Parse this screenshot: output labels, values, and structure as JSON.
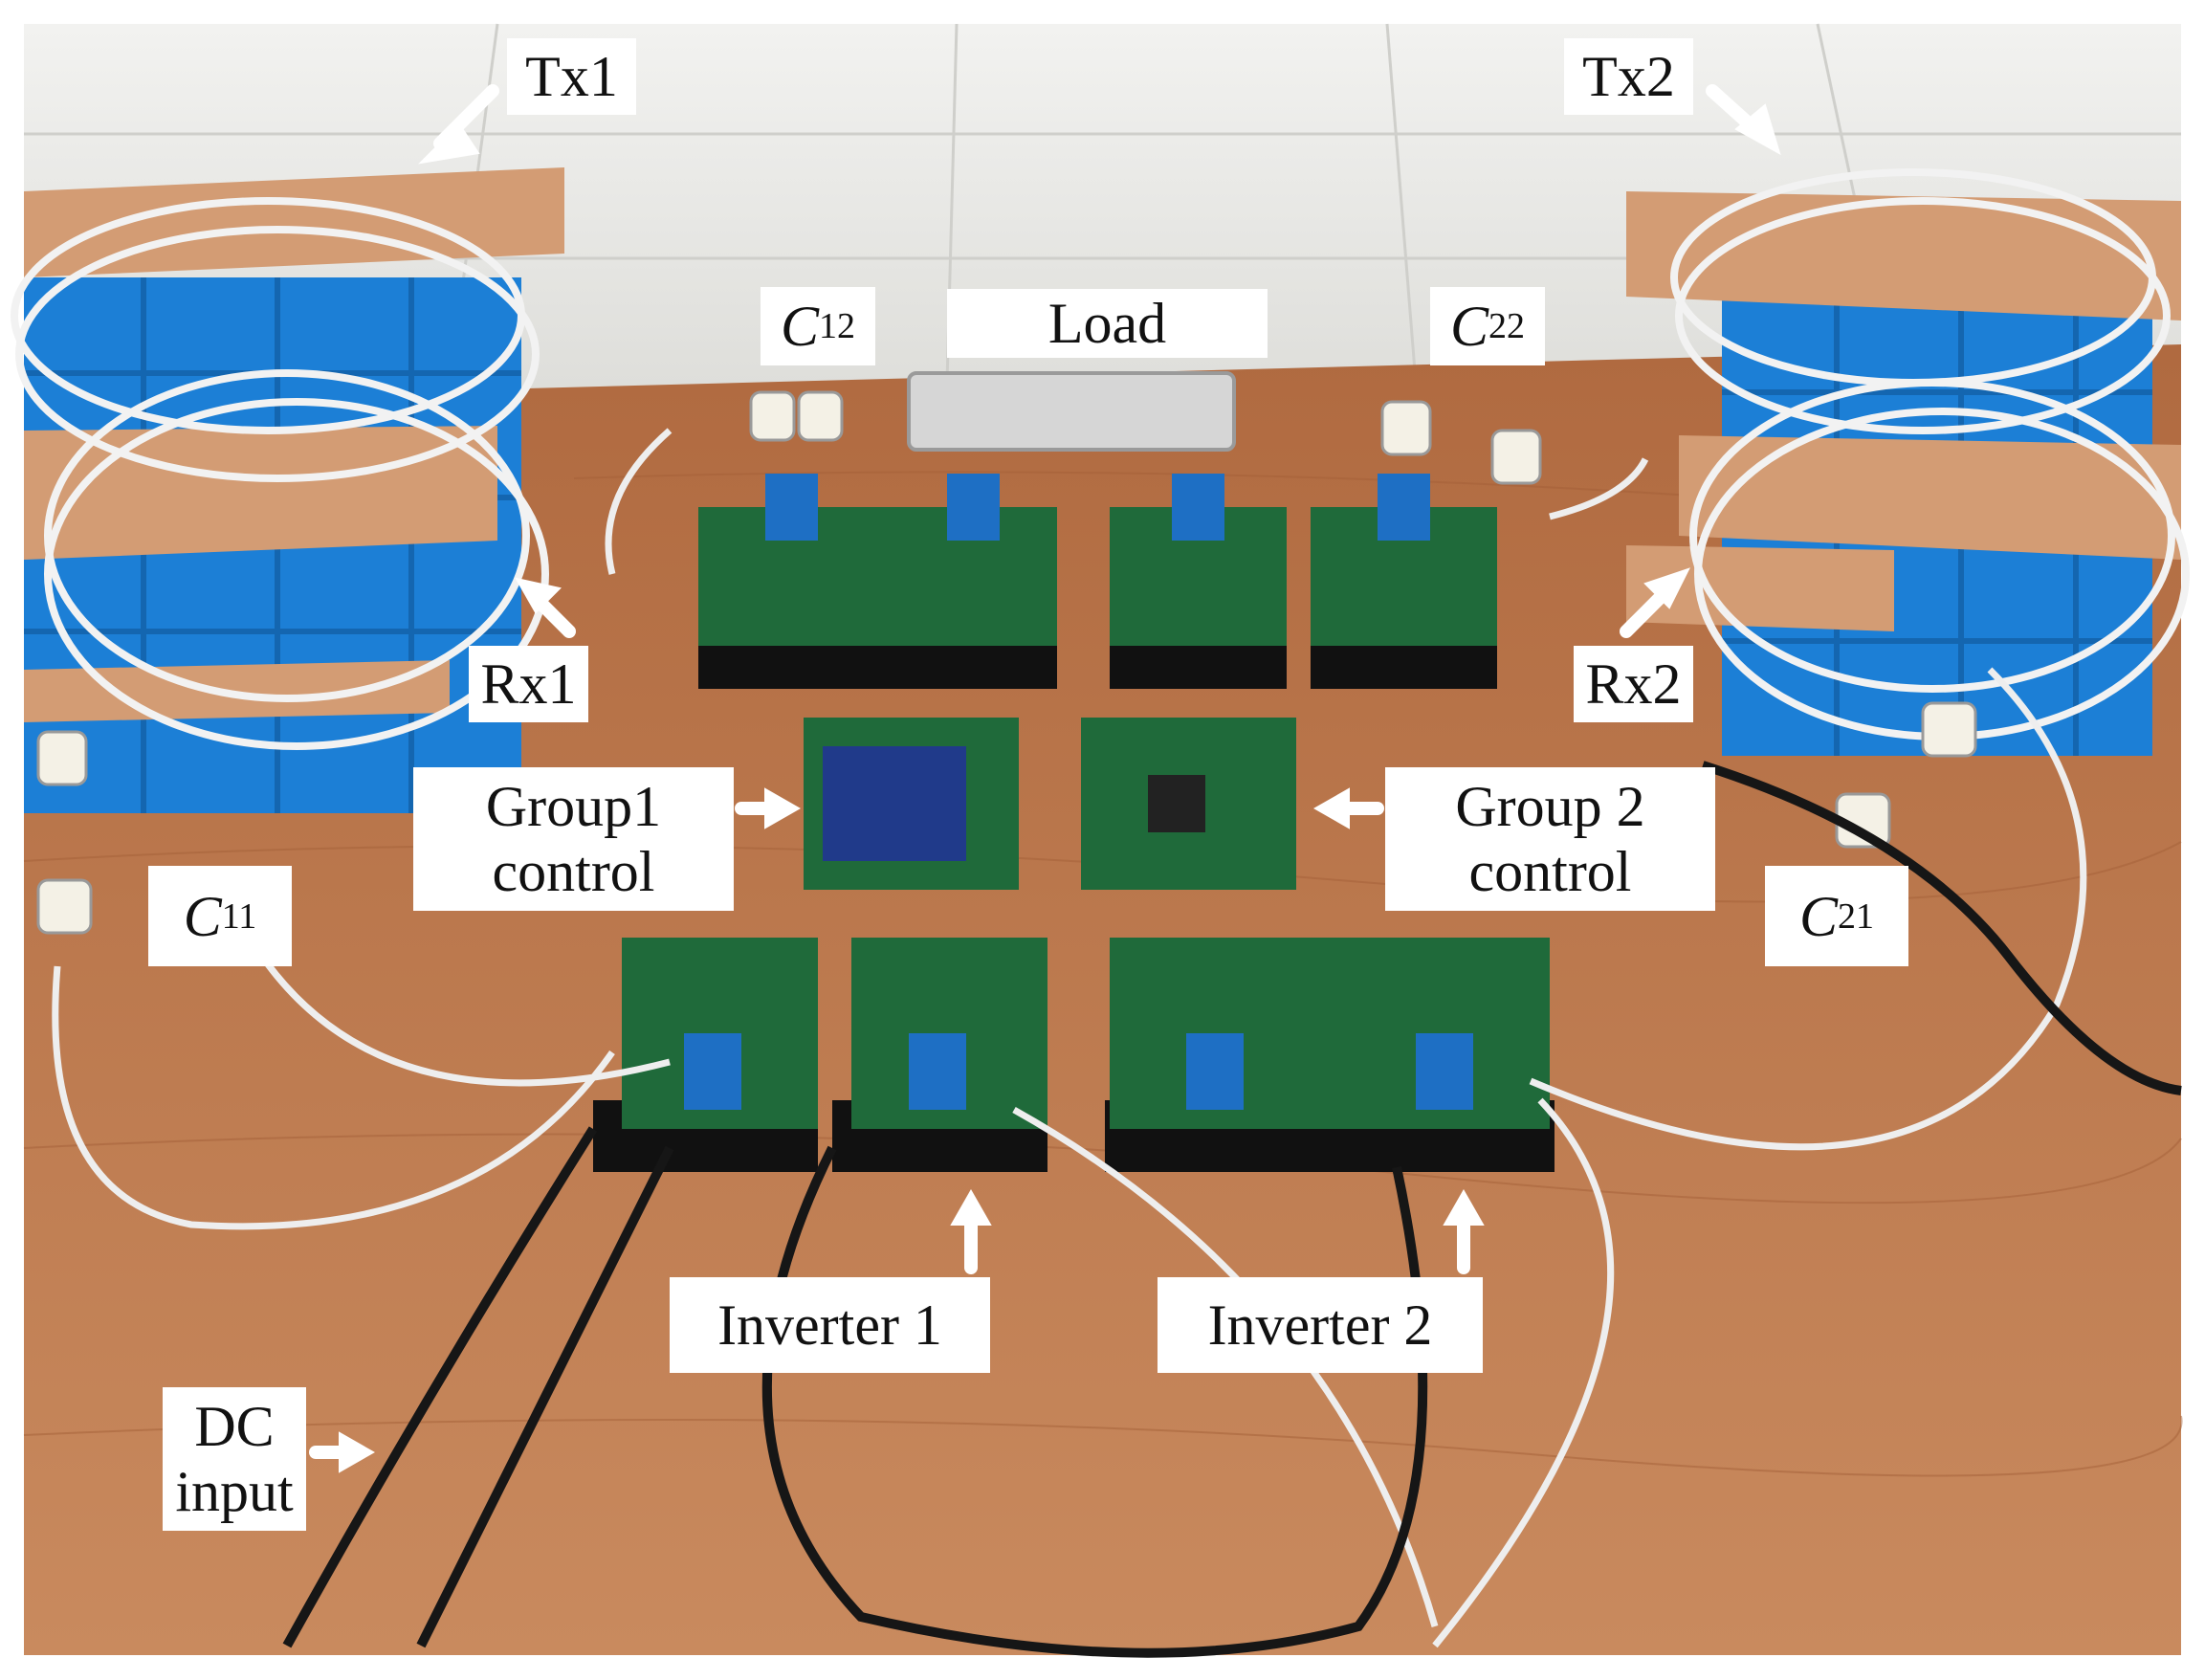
{
  "labels": {
    "tx1": "Tx1",
    "tx2": "Tx2",
    "rx1": "Rx1",
    "rx2": "Rx2",
    "load": "Load",
    "c12": {
      "symbol": "C",
      "sub": "12"
    },
    "c22": {
      "symbol": "C",
      "sub": "22"
    },
    "c11": {
      "symbol": "C",
      "sub": "11"
    },
    "c21": {
      "symbol": "C",
      "sub": "21"
    },
    "group1": [
      "Group1",
      "control"
    ],
    "group2": [
      "Group 2",
      "control"
    ],
    "inverter1": "Inverter 1",
    "inverter2": "Inverter 2",
    "dc_input": [
      "DC",
      "input"
    ]
  },
  "colors": {
    "table": "#b9744a",
    "floor": "#e9e9e7",
    "crate": "#1c7fd6",
    "board": "#1f6a3a",
    "heatsink": "#111111",
    "wood": "#d39c74",
    "cable": "#eeeeee",
    "label_bg": "#ffffff"
  }
}
